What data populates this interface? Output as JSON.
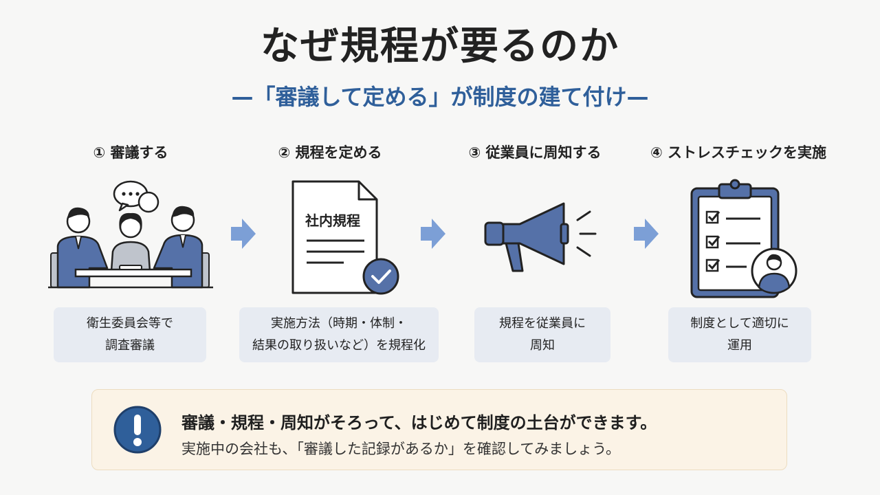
{
  "title": "なぜ規程が要るのか",
  "subtitle": "—「審議して定める」が制度の建て付け—",
  "steps": [
    {
      "label": "① 審議する",
      "desc": [
        "衛生委員会等で",
        "調査審議"
      ]
    },
    {
      "label": "② 規程を定める",
      "doc_title": "社内規程",
      "desc": [
        "実施方法（時期・体制・",
        "結果の取り扱いなど）を規程化"
      ]
    },
    {
      "label": "③ 従業員に周知する",
      "desc": [
        "規程を従業員に",
        "周知"
      ]
    },
    {
      "label": "④ ストレスチェックを実施",
      "desc": [
        "制度として適切に",
        "運用"
      ]
    }
  ],
  "note": {
    "main": "審議・規程・周知がそろって、はじめて制度の土台ができます。",
    "sub": "実施中の会社も、「審議した記録があるか」を確認してみましょう。"
  },
  "colors": {
    "accent_blue": "#2f5f9a",
    "illus_blue": "#5571a8",
    "arrow_blue": "#7c9fd6",
    "box_bg": "#e7ebf2",
    "note_bg": "#fbf3e6"
  },
  "icons": [
    "speech-bubble-icon",
    "check-badge-icon",
    "megaphone-icon",
    "clipboard-checklist-icon",
    "exclamation-icon",
    "arrow-right-icon"
  ]
}
